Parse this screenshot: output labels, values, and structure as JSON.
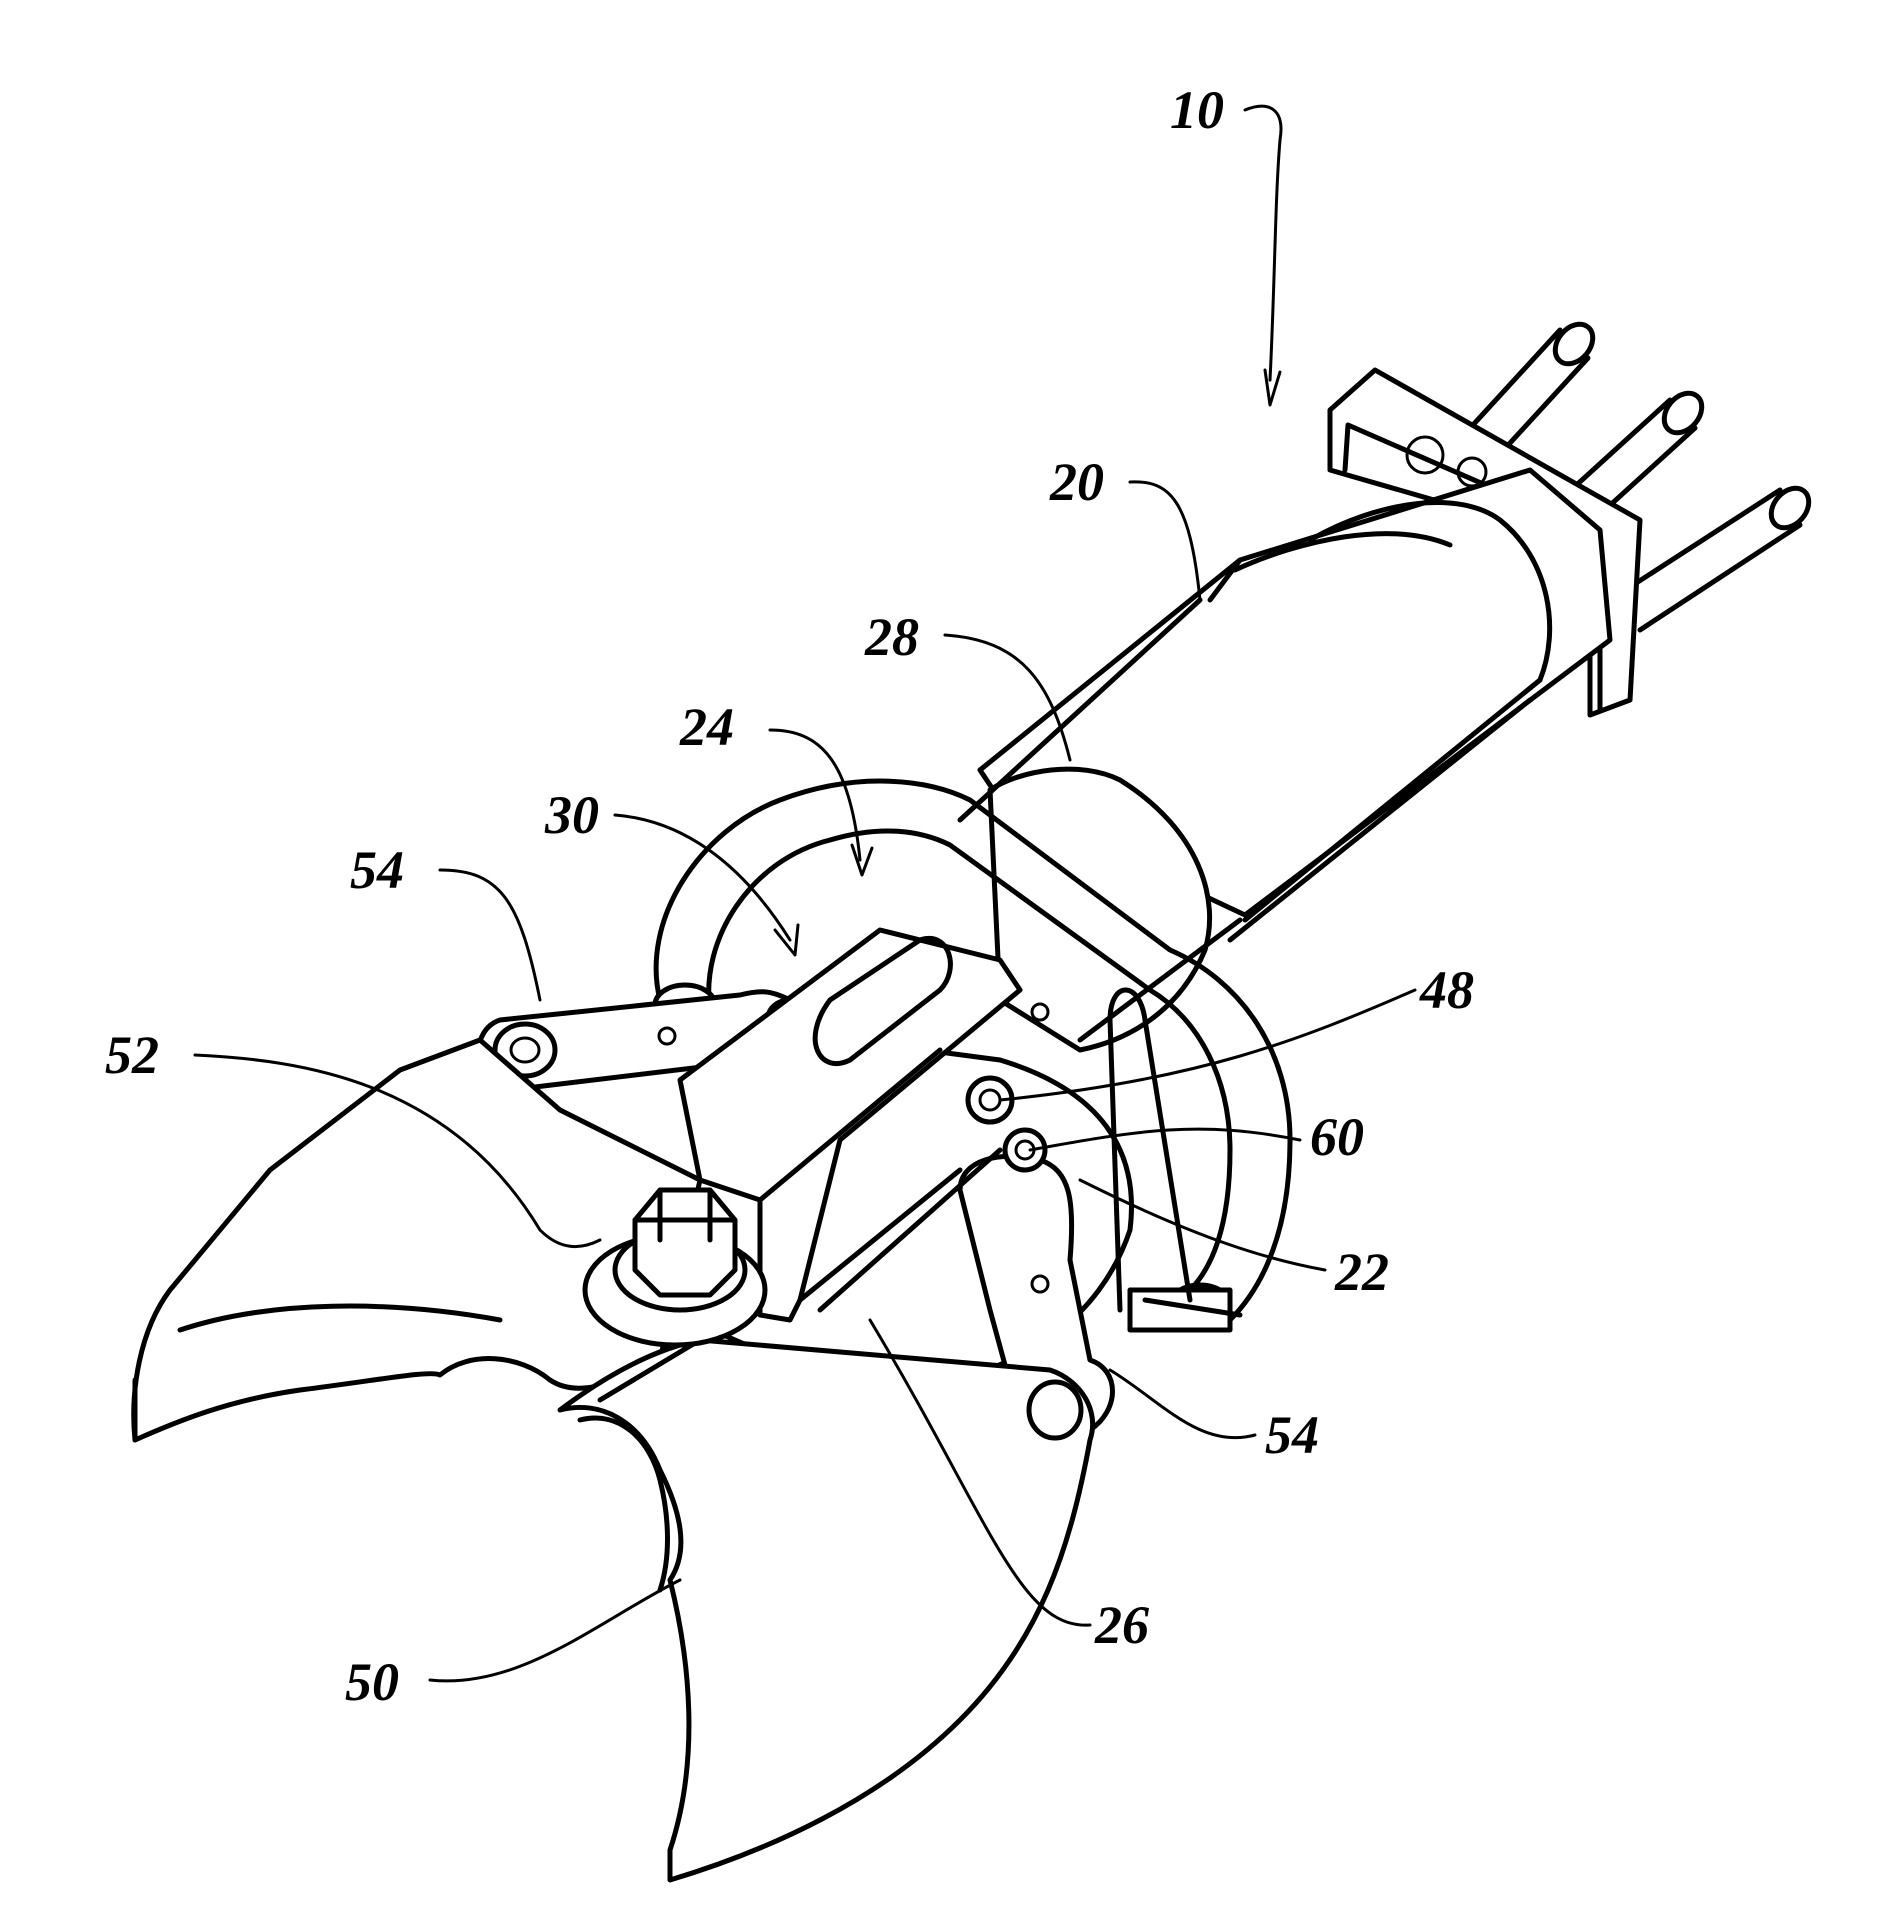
{
  "figure": {
    "reference_labels": {
      "tool": "10",
      "cylinder": "20",
      "link_pin": "22",
      "yoke": "24",
      "base_plate": "26",
      "cylinder_collar": "28",
      "piston_rod": "30",
      "fitting_upper": "48",
      "blade_lower": "50",
      "pivot_bolt": "52",
      "link_upper": "54",
      "link_lower": "54",
      "fitting_lower": "60"
    }
  }
}
